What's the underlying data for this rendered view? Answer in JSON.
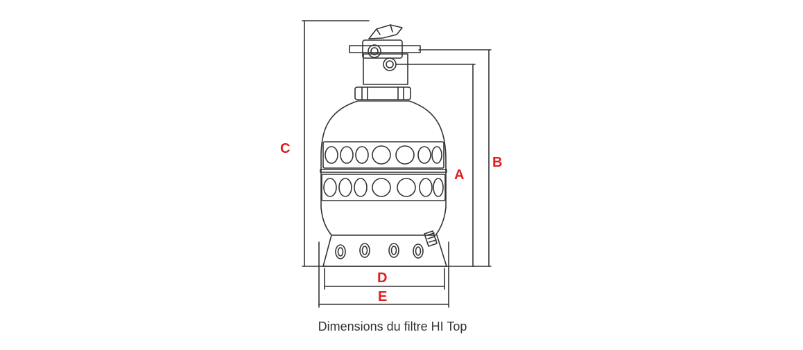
{
  "labels": {
    "a": "A",
    "b": "B",
    "c": "C",
    "d": "D",
    "e": "E"
  },
  "caption": "Dimensions du filtre HI Top",
  "colors": {
    "label": "#e01e1e",
    "line": "#333333",
    "caption": "#333333"
  }
}
